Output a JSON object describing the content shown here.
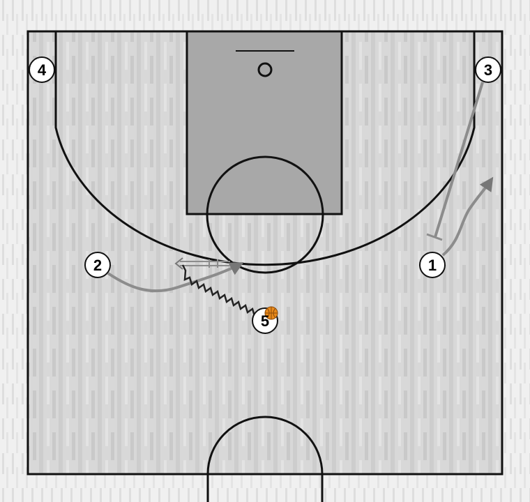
{
  "players": [
    {
      "id": "p4",
      "label": "4",
      "has_ball": false
    },
    {
      "id": "p3",
      "label": "3",
      "has_ball": false
    },
    {
      "id": "p2",
      "label": "2",
      "has_ball": false
    },
    {
      "id": "p1",
      "label": "1",
      "has_ball": false
    },
    {
      "id": "p5",
      "label": "5",
      "has_ball": true
    }
  ],
  "colors": {
    "court_light": "#dcdcdc",
    "court_stripe": "#c6c6c6",
    "paint": "#a9a9a9",
    "lines": "#111111",
    "movement": "#8c8c8c",
    "ball": "#e8891a"
  }
}
